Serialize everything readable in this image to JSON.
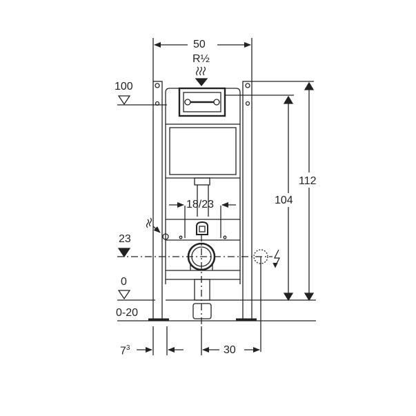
{
  "diagram": {
    "subject": "wall-hung WC installation frame",
    "dimensions": {
      "width_top": "50",
      "water_connection": "R½",
      "level_100": "100",
      "level_23": "23",
      "level_0": "0",
      "floor_range": "0-20",
      "flush_spacing": "18/23",
      "height_104": "104",
      "height_112": "112",
      "foot_offset_base": "7",
      "foot_offset_sup": "3",
      "electric_offset": "30"
    },
    "symbols": {
      "water_inlet": "water-supply-icon",
      "electric": "lightning-icon",
      "level_open": "open-triangle-level-marker",
      "level_filled": "filled-triangle-level-marker"
    },
    "colors": {
      "line": "#222222",
      "background": "#ffffff"
    }
  }
}
